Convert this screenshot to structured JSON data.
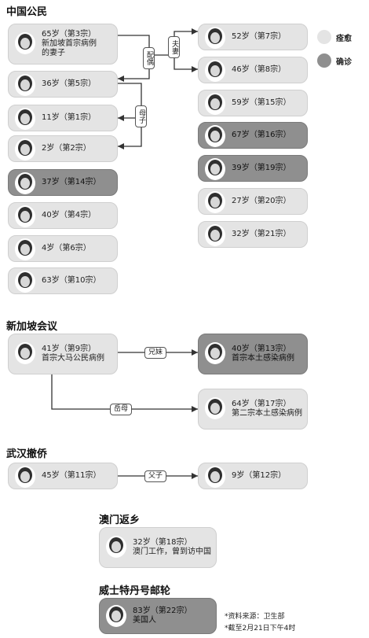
{
  "sections": {
    "citizens": "中国公民",
    "singapore": "新加坡会议",
    "wuhan": "武汉撤侨",
    "macau": "澳门返乡",
    "ship": "威士特丹号邮轮"
  },
  "legend": {
    "recovered": "痊愈",
    "confirmed": "确诊",
    "colors": {
      "recovered": "#e4e4e4",
      "confirmed": "#8f8f8f"
    }
  },
  "relations": {
    "couple": "夫妻",
    "spouse": "配偶",
    "mother_son": "母子",
    "siblings": "兄妹",
    "mother_in_law": "岳母",
    "father_son": "父子"
  },
  "citizens_left": [
    {
      "line1": "65岁（第3宗）",
      "line2": "新加坡首宗病例",
      "line3": "的妻子",
      "status": "recovered"
    },
    {
      "line1": "36岁（第5宗）",
      "status": "recovered"
    },
    {
      "line1": "11岁（第1宗）",
      "status": "recovered"
    },
    {
      "line1": "2岁（第2宗）",
      "status": "recovered"
    },
    {
      "line1": "37岁（第14宗）",
      "status": "confirmed"
    },
    {
      "line1": "40岁（第4宗）",
      "status": "recovered"
    },
    {
      "line1": "4岁（第6宗）",
      "status": "recovered"
    },
    {
      "line1": "63岁（第10宗）",
      "status": "recovered"
    }
  ],
  "citizens_right": [
    {
      "line1": "52岁（第7宗）",
      "status": "recovered"
    },
    {
      "line1": "46岁（第8宗）",
      "status": "recovered"
    },
    {
      "line1": "59岁（第15宗）",
      "status": "recovered"
    },
    {
      "line1": "67岁（第16宗）",
      "status": "confirmed"
    },
    {
      "line1": "39岁（第19宗）",
      "status": "confirmed"
    },
    {
      "line1": "27岁（第20宗）",
      "status": "recovered"
    },
    {
      "line1": "32岁（第21宗）",
      "status": "recovered"
    }
  ],
  "singapore": {
    "source": {
      "line1": "41岁（第9宗）",
      "line2": "首宗大马公民病例"
    },
    "sibling": {
      "line1": "40岁（第13宗）",
      "line2": "首宗本土感染病例"
    },
    "mother_in_law": {
      "line1": "64岁（第17宗）",
      "line2": "第二宗本土感染病例"
    }
  },
  "wuhan": {
    "father": {
      "line1": "45岁（第11宗）"
    },
    "son": {
      "line1": "9岁（第12宗）"
    }
  },
  "macau": {
    "line1": "32岁（第18宗）",
    "line2": "澳门工作，曾到访中国"
  },
  "ship": {
    "line1": "83岁（第22宗）",
    "line2": "美国人"
  },
  "notes": {
    "source": "*资料来源：卫生部",
    "date": "*截至2月21日下午4时"
  }
}
